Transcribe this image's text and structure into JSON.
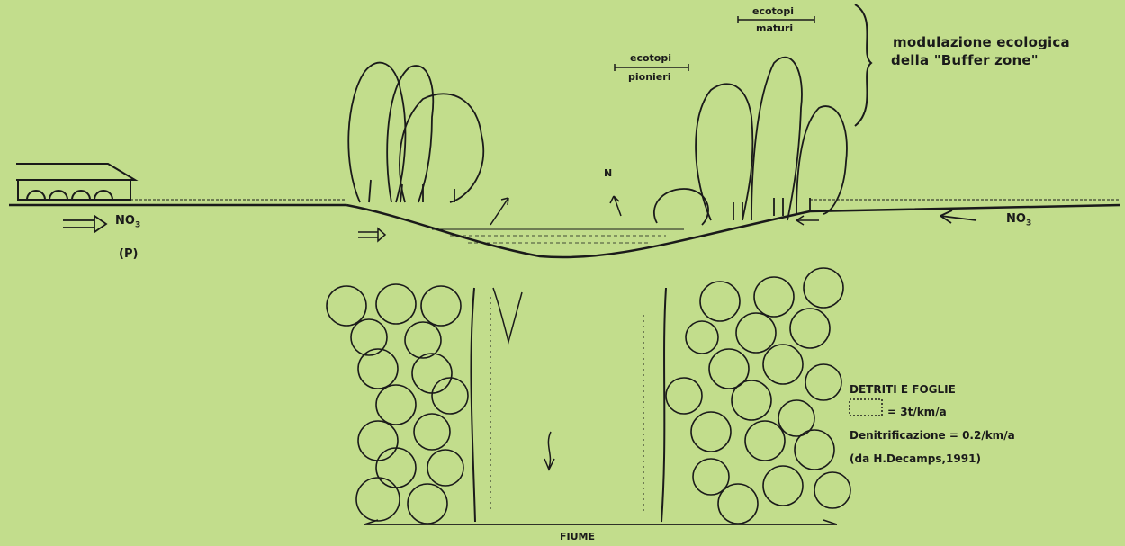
{
  "labels": {
    "ecotopi_maturi_1": "ecotopi",
    "ecotopi_maturi_2": "maturi",
    "ecotopi_pionieri_1": "ecotopi",
    "ecotopi_pionieri_2": "pionieri",
    "buffer_1": "modulazione ecologica",
    "buffer_2": "della \"Buffer zone\"",
    "n_gas": "N",
    "no3_left": "NO",
    "no3_left_sub": "3",
    "p_left": "(P)",
    "no3_right": "NO",
    "no3_right_sub": "3",
    "fiume": "FIUME"
  },
  "legend": {
    "title": "DETRITI E FOGLIE",
    "rate": "= 3t/km/a",
    "denitrification": "Denitrificazione = 0.2/km/a",
    "source": "(da H.Decamps,1991)"
  },
  "colors": {
    "background": "#c2dd8c",
    "ink": "#1a1a1a"
  }
}
